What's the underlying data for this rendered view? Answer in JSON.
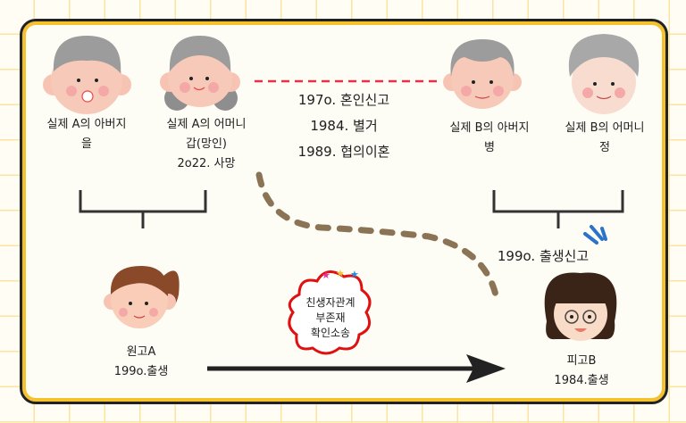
{
  "persons": {
    "a_father": {
      "line1": "실제 A의 아버지",
      "line2": "을"
    },
    "a_mother": {
      "line1": "실제 A의 어머니",
      "line2": "갑(망인)",
      "line3": "2o22. 사망"
    },
    "b_father": {
      "line1": "실제 B의 아버지",
      "line2": "병"
    },
    "b_mother": {
      "line1": "실제 B의 어머니",
      "line2": "정"
    },
    "plaintiff": {
      "line1": "원고A",
      "line2": "199o.출생"
    },
    "defendant": {
      "line1": "피고B",
      "line2": "1984.출생"
    }
  },
  "events": [
    "197o. 혼인신고",
    "1984. 별거",
    "1989. 협의이혼"
  ],
  "birth_report": "199o. 출생신고",
  "lawsuit": [
    "친생자관계",
    "부존재",
    "확인소송"
  ],
  "colors": {
    "accent": "#f5c22e",
    "marriage_line": "#e8304a",
    "dotted_path": "#8b7355",
    "cloud": "#e01010"
  }
}
